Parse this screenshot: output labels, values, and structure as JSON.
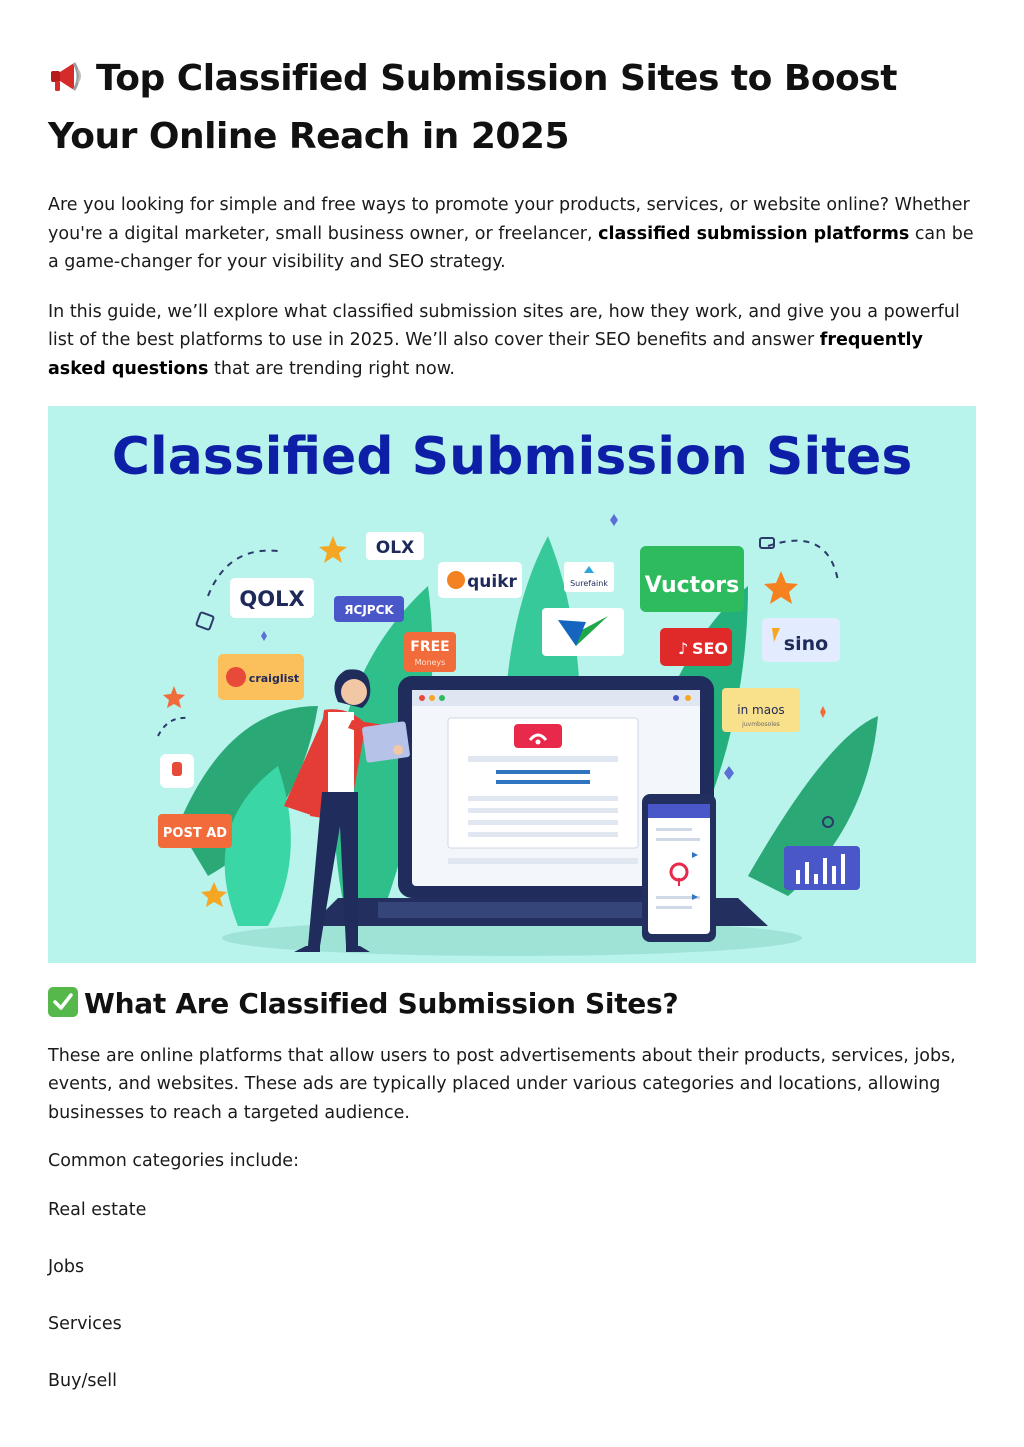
{
  "article": {
    "title": "Top Classified Submission Sites to Boost Your Online Reach in 2025",
    "intro": {
      "part1": "Are you looking for simple and free ways to promote your products, services, or website online? Whether you're a digital marketer, small business owner, or freelancer, ",
      "bold": "classified submission platforms",
      "part2": " can be a game-changer for your visibility and SEO strategy."
    },
    "guide": {
      "part1": "In this guide, we’ll explore what classified submission sites are, how they work, and give you a powerful list of the best platforms to use in 2025. We’ll also cover their SEO benefits and answer ",
      "bold": "frequently asked questions",
      "part2": " that are trending right now."
    },
    "hero_image": {
      "heading": "Classified Submission Sites",
      "logos": {
        "olx_small": "OLX",
        "qolx": "QOLX",
        "quikr": "quikr",
        "jobpck": "ЯСJPCK",
        "surefaink": "Surefaink",
        "vuctors": "Vuctors",
        "free": "FREE",
        "free_sub": "Moneys",
        "seo": "SEO",
        "sino": "sino",
        "craiglist": "craiglist",
        "inmaos": "in maos",
        "inmaos_sub": "juvmbosoles",
        "post_ad": "POST AD"
      }
    },
    "section": {
      "heading": "What Are Classified Submission Sites?",
      "description": "These are online platforms that allow users to post advertisements about their products, services, jobs, events, and websites. These ads are typically placed under various categories and locations, allowing businesses to reach a targeted audience.",
      "categories_intro": "Common categories include:",
      "categories": [
        "Real estate",
        "Jobs",
        "Services",
        "Buy/sell"
      ]
    }
  },
  "colors": {
    "hero_background": "#b8f3ec",
    "hero_heading": "#0d1fa6",
    "check_green": "#56b84a",
    "megaphone_red": "#d62b2b"
  },
  "icons": {
    "title_icon": "megaphone-icon",
    "section_icon": "check-mark-icon"
  }
}
